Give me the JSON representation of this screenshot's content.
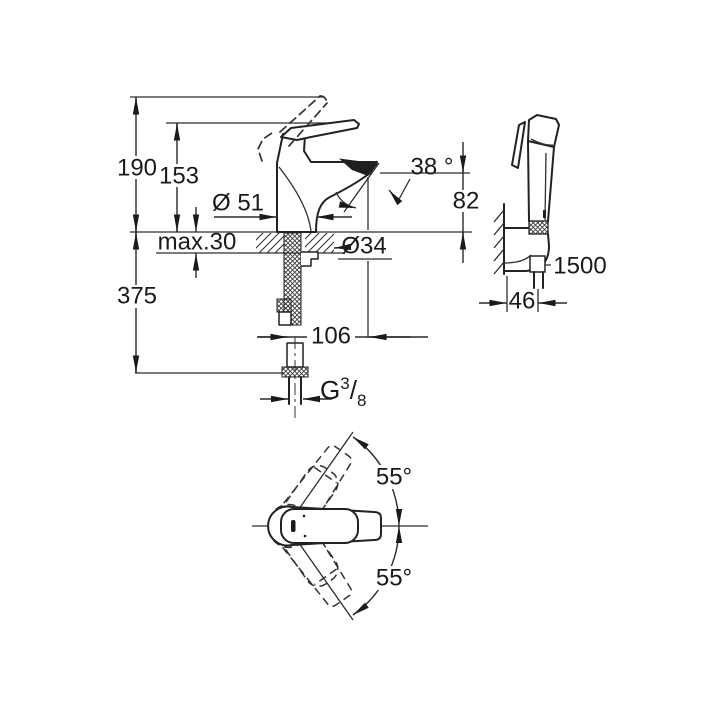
{
  "colors": {
    "line": "#222222",
    "text": "#1a1a1a",
    "background": "#ffffff"
  },
  "labels": {
    "height_total": "190",
    "height_lever": "153",
    "body_diameter": "Ø 51",
    "counter_thickness": "max.30",
    "hole_diameter": "Ø34",
    "aerator_angle": "38 °",
    "spout_height": "82",
    "depth_below_counter": "375",
    "spout_projection": "106",
    "thread_g": "G",
    "thread_numerator": "3",
    "thread_slash": "/",
    "thread_denominator": "8",
    "hose_length": "1500",
    "holder_depth": "46",
    "swing_up": "55°",
    "swing_down": "55°"
  }
}
